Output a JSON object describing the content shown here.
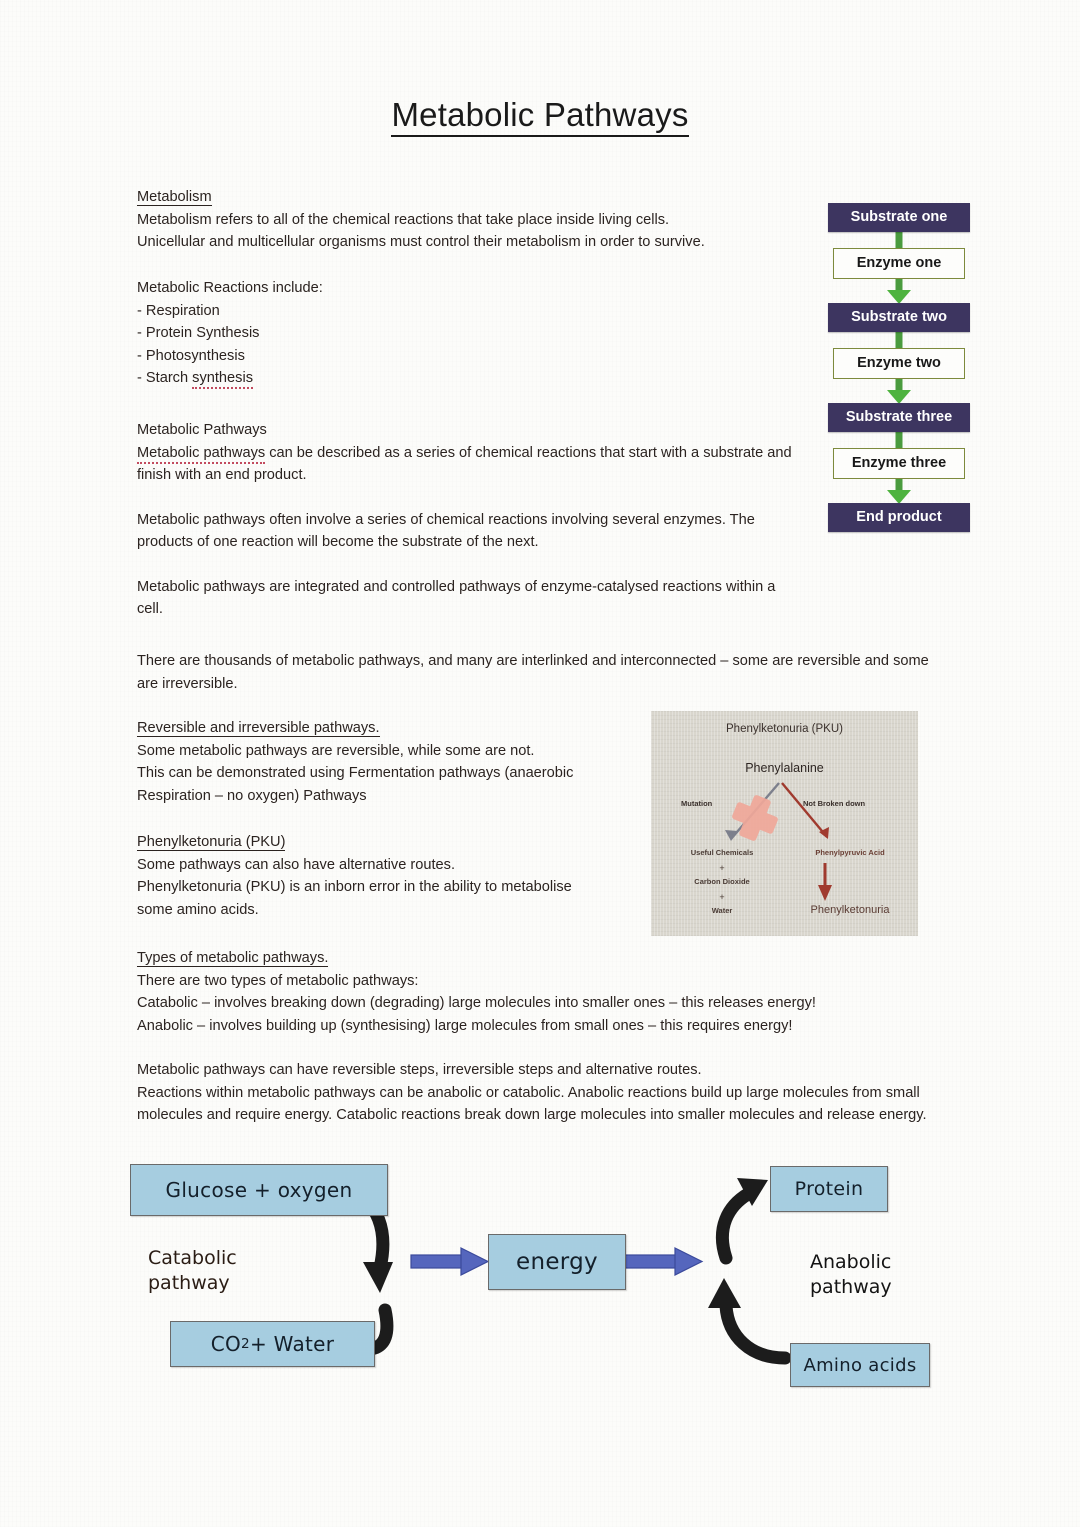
{
  "document": {
    "title": "Metabolic Pathways"
  },
  "sections": {
    "metabolism": {
      "heading": "Metabolism",
      "line1": "Metabolism refers to all of the chemical reactions that take place inside living cells.",
      "line2": "Unicellular and multicellular organisms must control their metabolism in order to survive."
    },
    "reactions": {
      "heading": "Metabolic Reactions include:",
      "items": [
        "- Respiration",
        "- Protein Synthesis",
        "- Photosynthesis"
      ],
      "last_prefix": "- Starch ",
      "last_spell": "synthesis"
    },
    "pathways": {
      "heading": "Metabolic Pathways",
      "p1_spell": "Metabolic pathways",
      "p1_rest": " can be described as a series of chemical reactions that start with a substrate and finish with an end product.",
      "p2": "Metabolic pathways often involve a series of chemical reactions involving several enzymes. The products of one reaction will become the substrate of the next.",
      "p3": "Metabolic pathways are integrated and controlled pathways of enzyme-catalysed reactions within a cell.",
      "p4": "There are thousands of metabolic pathways, and many are interlinked and interconnected – some are reversible and some are irreversible."
    },
    "reversible": {
      "heading": "Reversible and irreversible pathways.",
      "line1": "Some metabolic pathways are reversible, while some are not.",
      "line2": "This can be demonstrated using Fermentation pathways (anaerobic",
      "line3": "Respiration – no oxygen) Pathways"
    },
    "pku": {
      "heading": "Phenylketonuria (PKU)",
      "line1": "Some pathways can also have alternative routes.",
      "line2": "Phenylketonuria (PKU) is an inborn error in the ability to metabolise",
      "line3": "some amino acids."
    },
    "types": {
      "heading": "Types of metabolic pathways.",
      "line1": "There are two types of metabolic pathways:",
      "line2": "Catabolic – involves breaking down (degrading) large molecules into smaller ones – this releases energy!",
      "line3": "Anabolic – involves building up (synthesising) large molecules from small ones – this requires energy!",
      "p1": "Metabolic pathways can have reversible steps, irreversible steps and alternative routes.",
      "p2": "Reactions within metabolic pathways can be anabolic or catabolic. Anabolic reactions build up large molecules from small molecules and require energy. Catabolic reactions break down large molecules into smaller molecules and release energy."
    }
  },
  "flow_diagram": {
    "steps": [
      {
        "label": "Substrate one",
        "kind": "substrate"
      },
      {
        "label": "Enzyme one",
        "kind": "enzyme"
      },
      {
        "label": "Substrate two",
        "kind": "substrate"
      },
      {
        "label": "Enzyme two",
        "kind": "enzyme"
      },
      {
        "label": "Substrate three",
        "kind": "substrate"
      },
      {
        "label": "Enzyme three",
        "kind": "enzyme"
      },
      {
        "label": "End product",
        "kind": "substrate"
      }
    ],
    "colors": {
      "substrate_bg": "#3d3560",
      "substrate_text": "#ffffff",
      "enzyme_border": "#7d8a3c",
      "arrow": "#4eb33f"
    }
  },
  "pku_figure": {
    "title": "Phenylketonuria (PKU)",
    "top_node": "Phenylalanine",
    "left_branch_label": "Mutation",
    "right_branch_label": "Not Broken down",
    "left_products": [
      "Useful Chemicals",
      "+",
      "Carbon Dioxide",
      "+",
      "Water"
    ],
    "right_product": "Phenylpyruvic Acid",
    "right_outcome": "Phenylketonuria",
    "colors": {
      "background": "#d9d6cd",
      "block_symbol": "#f0a89a",
      "arrow_red": "#a03a2e",
      "arrow_gray": "#7c7f8c"
    }
  },
  "bottom_diagram": {
    "boxes": {
      "glucose": "Glucose + oxygen",
      "co2_prefix": "CO",
      "co2_sub": "2",
      "co2_suffix": " + Water",
      "energy": "energy",
      "protein": "Protein",
      "amino": "Amino acids"
    },
    "labels": {
      "catabolic_line1": "Catabolic",
      "catabolic_line2": "pathway",
      "anabolic_line1": "Anabolic",
      "anabolic_line2": "pathway"
    },
    "colors": {
      "box_fill": "#a6cde0",
      "box_border": "#6a6a6a",
      "blue_arrow": "#5566bd",
      "black_arrow": "#1c1c1c"
    }
  }
}
